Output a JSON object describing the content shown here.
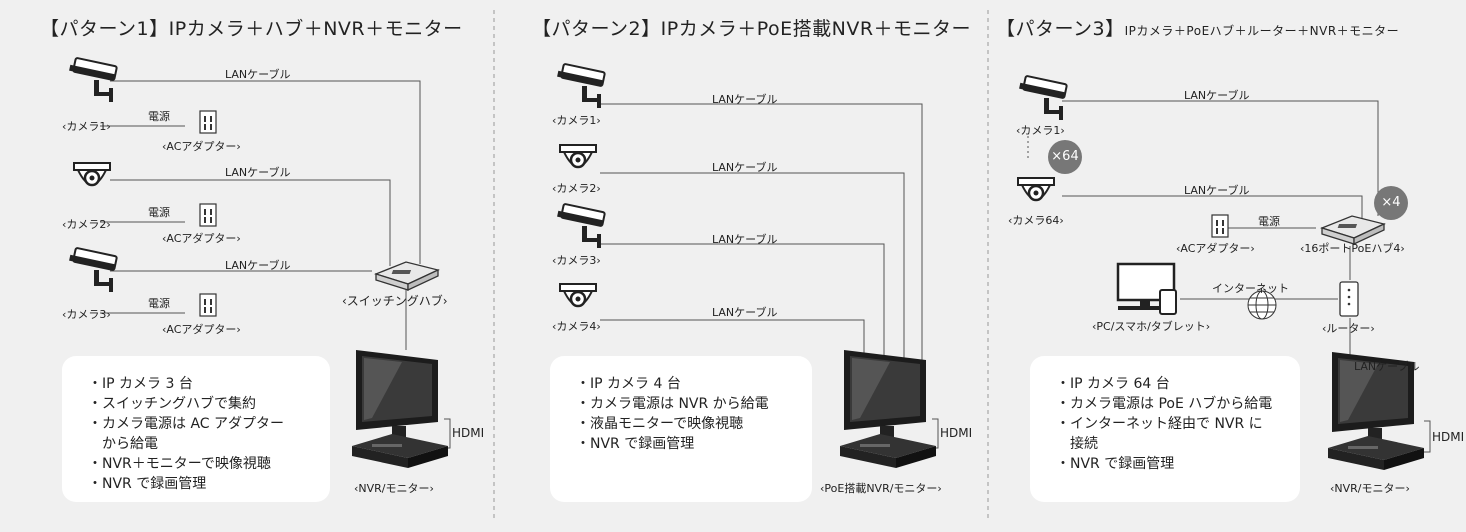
{
  "patterns": [
    {
      "title": "【パターン1】IPカメラ＋ハブ＋NVR＋モニター",
      "cable_label": "LANケーブル",
      "power_label": "電源",
      "cameras": [
        "‹カメラ1›",
        "‹カメラ2›",
        "‹カメラ3›"
      ],
      "adapter_label": "‹ACアダプター›",
      "hub_label": "‹スイッチングハブ›",
      "hdmi_label": "HDMI",
      "monitor_label": "‹NVR/モニター›",
      "notes": [
        "・IP カメラ 3 台",
        "・スイッチングハブで集約",
        "・カメラ電源は AC アダプター",
        "　から給電",
        "・NVR＋モニターで映像視聴",
        "・NVR で録画管理"
      ]
    },
    {
      "title": "【パターン2】IPカメラ＋PoE搭載NVR＋モニター",
      "cable_label": "LANケーブル",
      "cameras": [
        "‹カメラ1›",
        "‹カメラ2›",
        "‹カメラ3›",
        "‹カメラ4›"
      ],
      "hdmi_label": "HDMI",
      "monitor_label": "‹PoE搭載NVR/モニター›",
      "notes": [
        "・IP カメラ 4 台",
        "・カメラ電源は NVR から給電",
        "・液晶モニターで映像視聴",
        "・NVR で録画管理"
      ]
    },
    {
      "title_prefix": "【パターン3】",
      "title_rest": "IPカメラ＋PoEハブ＋ルーター＋NVR＋モニター",
      "cable_label": "LANケーブル",
      "power_label": "電源",
      "cameras": [
        "‹カメラ1›",
        "‹カメラ64›"
      ],
      "badge_cameras": "×64",
      "badge_hub": "×4",
      "adapter_label": "‹ACアダプター›",
      "hub_label": "‹16ポートPoEハブ4›",
      "internet_label": "インターネット",
      "pc_label": "‹PC/スマホ/タブレット›",
      "router_label": "‹ルーター›",
      "hdmi_label": "HDMI",
      "monitor_label": "‹NVR/モニター›",
      "notes": [
        "・IP カメラ 64 台",
        "・カメラ電源は PoE ハブから給電",
        "・インターネット経由で NVR に",
        "　接続",
        "・NVR で録画管理"
      ]
    }
  ],
  "colors": {
    "background": "#f0f0f0",
    "line": "#555555",
    "badge": "#777777",
    "device_dark": "#2b2b2b"
  }
}
